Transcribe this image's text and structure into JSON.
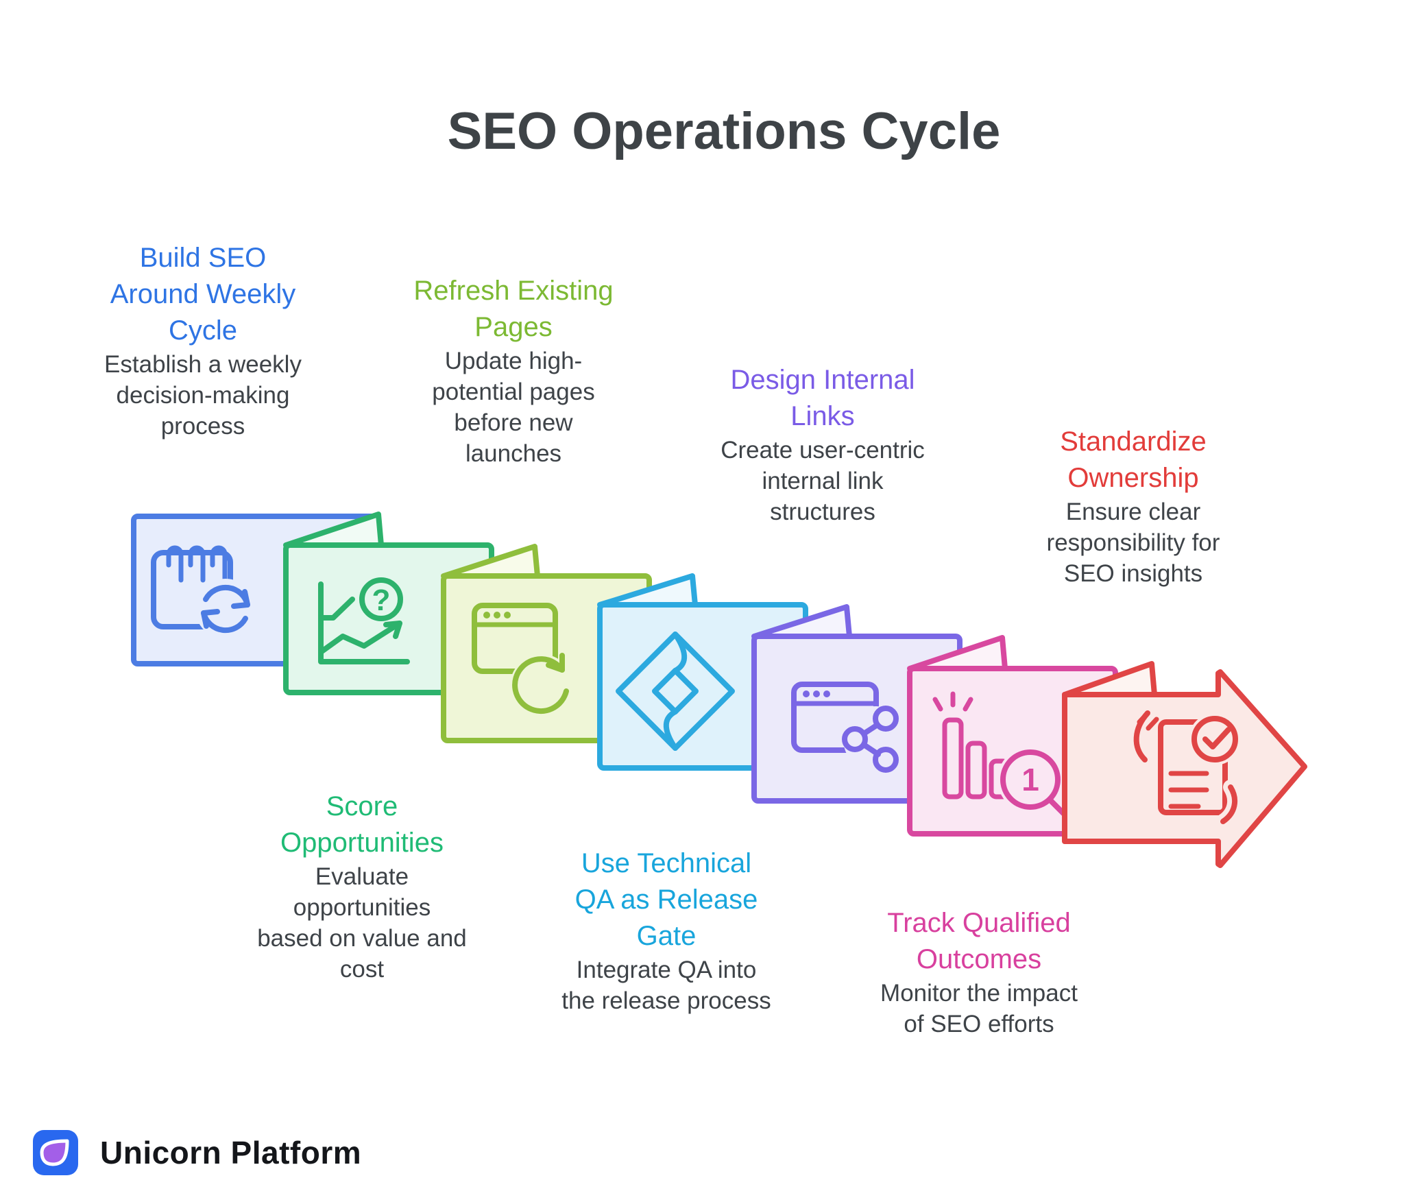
{
  "title": "SEO Operations Cycle",
  "colors": {
    "background": "#ffffff",
    "heading": "#3e4347",
    "body_text": "#3e4348",
    "brand_text": "#14161a",
    "logo_blue": "#2968ef",
    "logo_purple": "#a35fe8"
  },
  "steps": [
    {
      "order": 1,
      "label_position": "top",
      "title": "Build SEO\nAround Weekly\nCycle",
      "description": "Establish a weekly\ndecision-making\nprocess",
      "icon": "calendar-sync-icon",
      "shape": "rectangle",
      "colors": {
        "title": "#2e74e4",
        "stroke": "#4c7ce3",
        "fill": "#e7edfc",
        "flap": "#f3f6fd"
      }
    },
    {
      "order": 2,
      "label_position": "bottom",
      "title": "Score\nOpportunities",
      "description": "Evaluate\nopportunities\nbased on value and\ncost",
      "icon": "growth-chart-question-icon",
      "shape": "folded-card",
      "colors": {
        "title": "#1fbb75",
        "stroke": "#2db26c",
        "fill": "#e3f7ec",
        "flap": "#f1fbf5"
      }
    },
    {
      "order": 3,
      "label_position": "top",
      "title": "Refresh Existing\nPages",
      "description": "Update high-\npotential pages\nbefore new\nlaunches",
      "icon": "browser-refresh-icon",
      "shape": "folded-card",
      "colors": {
        "title": "#7cb933",
        "stroke": "#8fbe3c",
        "fill": "#eff6d7",
        "flap": "#f8fbea"
      }
    },
    {
      "order": 4,
      "label_position": "bottom",
      "title": "Use Technical\nQA as Release\nGate",
      "description": "Integrate QA into\nthe release process",
      "icon": "diamond-logo-icon",
      "shape": "folded-card",
      "colors": {
        "title": "#18a5dc",
        "stroke": "#2ca9df",
        "fill": "#dff2fb",
        "flap": "#eff9fd"
      }
    },
    {
      "order": 5,
      "label_position": "top",
      "title": "Design Internal\nLinks",
      "description": "Create user-centric\ninternal link\nstructures",
      "icon": "browser-share-icon",
      "shape": "folded-card",
      "colors": {
        "title": "#7a5be6",
        "stroke": "#7a67e5",
        "fill": "#eceafa",
        "flap": "#f5f4fd"
      }
    },
    {
      "order": 6,
      "label_position": "bottom",
      "title": "Track Qualified\nOutcomes",
      "description": "Monitor the impact\nof SEO efforts",
      "icon": "bar-chart-magnifier-icon",
      "shape": "folded-card",
      "colors": {
        "title": "#d8409e",
        "stroke": "#d8489f",
        "fill": "#fae7f3",
        "flap": "#fcf3f9"
      }
    },
    {
      "order": 7,
      "label_position": "top",
      "title": "Standardize\nOwnership",
      "description": "Ensure clear\nresponsibility for\nSEO insights",
      "icon": "document-approval-hands-icon",
      "shape": "arrow",
      "colors": {
        "title": "#e23c3a",
        "stroke": "#e04545",
        "fill": "#fbe9e6",
        "flap": "#fdf4f1"
      }
    }
  ],
  "glyphs": {
    "question_mark": "?",
    "number_one": "1"
  },
  "footer": {
    "brand": "Unicorn Platform",
    "logo": "unicorn-platform-logo"
  }
}
